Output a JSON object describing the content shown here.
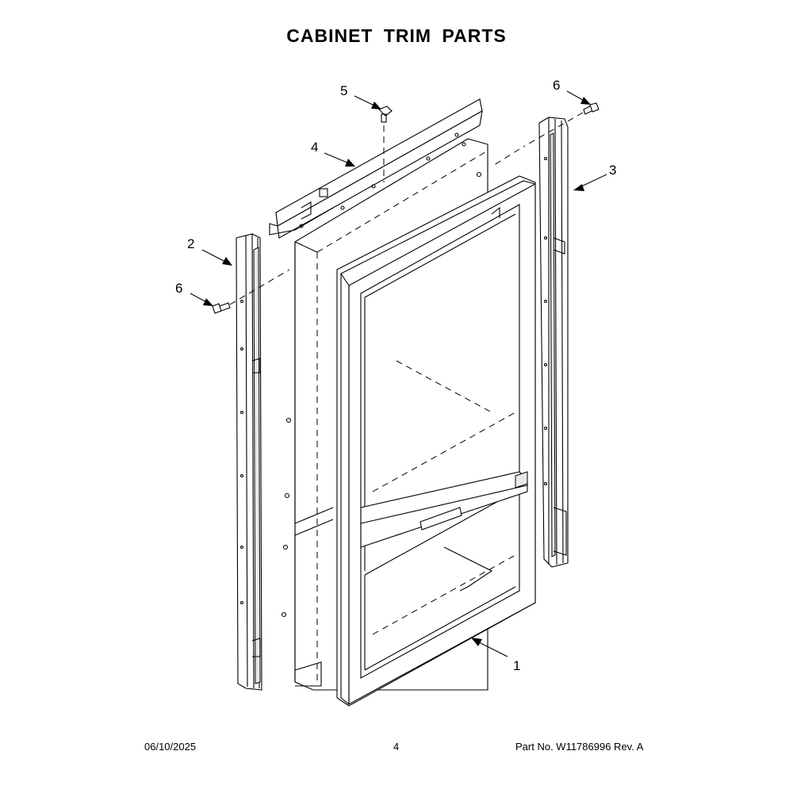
{
  "title": "CABINET TRIM PARTS",
  "callouts": {
    "c1": "1",
    "c2": "2",
    "c3": "3",
    "c4": "4",
    "c5": "5",
    "c6_top": "6",
    "c6_left": "6"
  },
  "footer": {
    "date": "06/10/2025",
    "page": "4",
    "part": "Part No.  W11786996  Rev.  A"
  }
}
